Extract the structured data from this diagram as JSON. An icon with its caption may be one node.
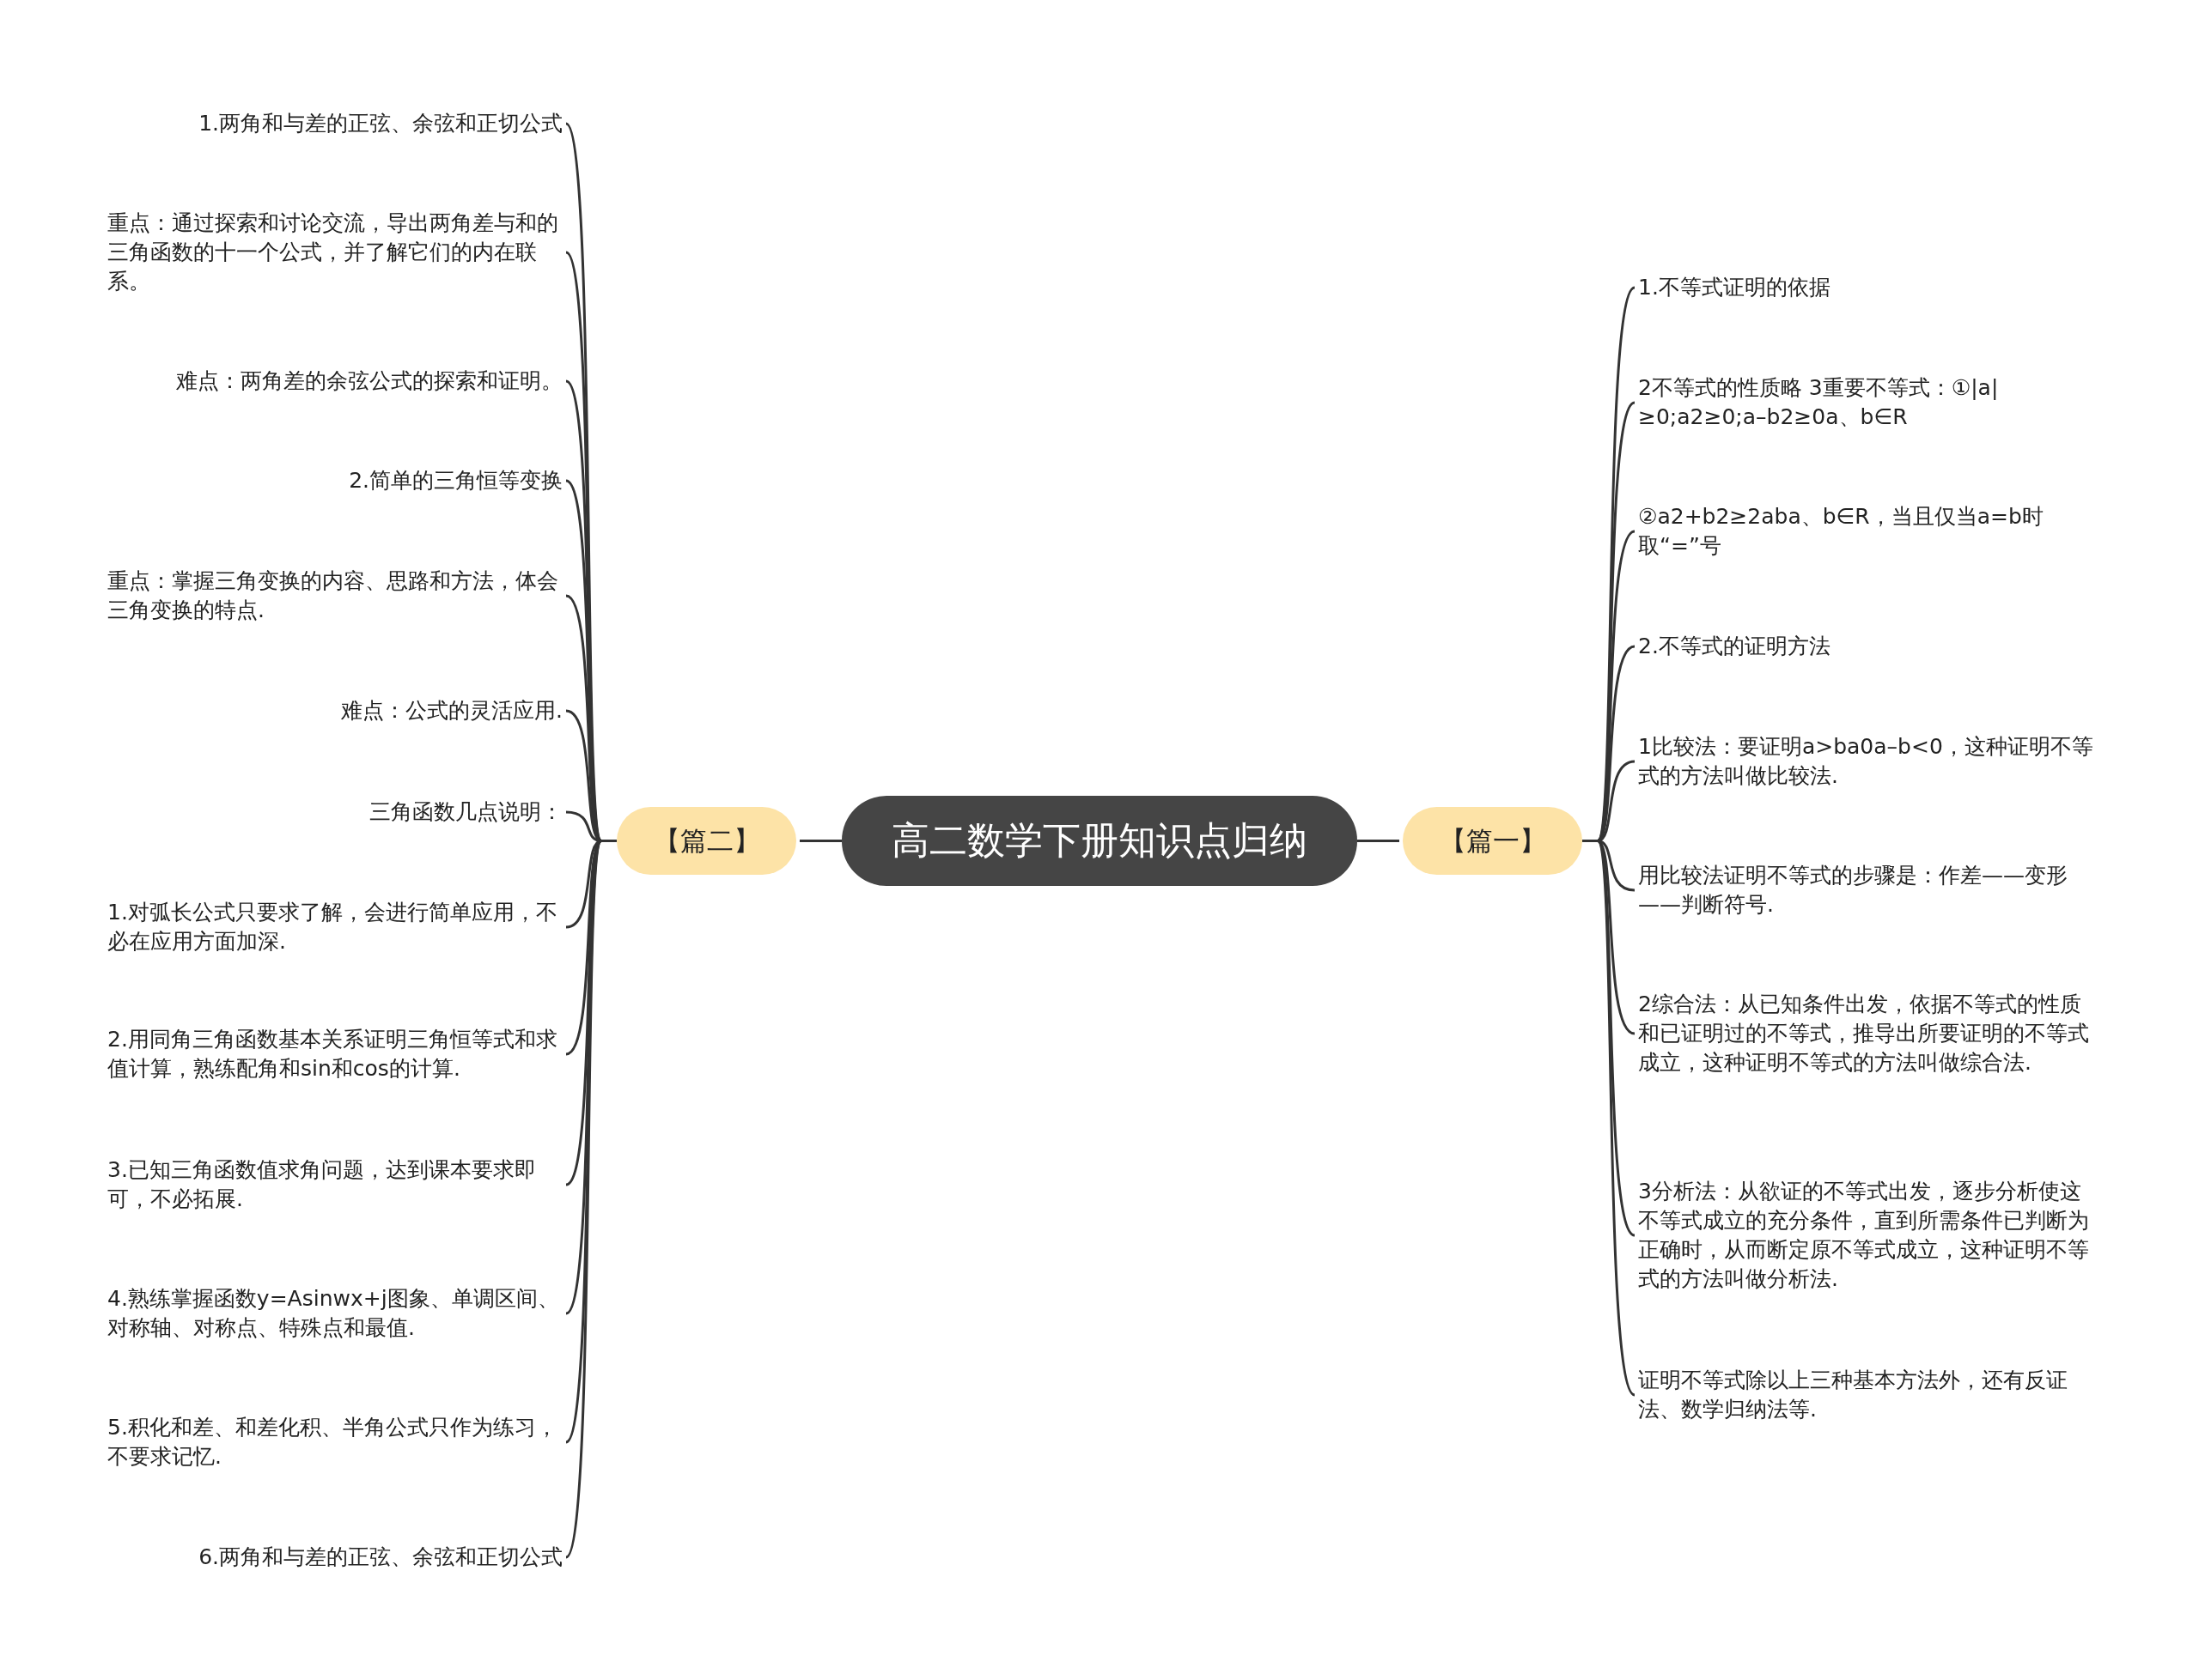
{
  "diagram": {
    "nodes": [
      {
        "text": [
          "高二数学下册知识点归纳"
        ]
      },
      {
        "text": [
          "【篇一】"
        ]
      },
      {
        "text": [
          "1.不等式证明的依据"
        ]
      },
      {
        "text": [
          "2不等式的性质略 3重要不等式：①|a|≥0;a2≥0;a–b2≥0a、b∈R"
        ]
      },
      {
        "text": [
          "②a2+b2≥2aba、b∈R，当且仅当a=b时取“=”号"
        ]
      },
      {
        "text": [
          "2.不等式的证明方法"
        ]
      },
      {
        "text": [
          "1比较法：要证明a>ba0a–b<0，这种证明不等式的方法叫做比较法."
        ]
      },
      {
        "text": [
          "用比较法证明不等式的步骤是：作差——变形——判断符号."
        ]
      },
      {
        "text": [
          "2综合法：从已知条件出发，依据不等式的性质和已证明过的不等式，推导出所要证明的不等式成立，这种证明不等式的方法叫做综合法."
        ]
      },
      {
        "text": [
          "3分析法：从欲证的不等式出发，逐步分析使这不等式成立的充分条件，直到所需条件已判断为正确时，从而断定原不等式成立，这种证明不等式的方法叫做分析法."
        ]
      },
      {
        "text": [
          "证明不等式除以上三种基本方法外，还有反证法、数学归纳法等."
        ]
      },
      {
        "text": [
          "【篇二】"
        ]
      },
      {
        "text": [
          "1.两角和与差的正弦、余弦和正切公式"
        ]
      },
      {
        "text": [
          "重点：通过探索和讨论交流，导出两角差与和的三角函数的十一个公式，并了解它们的内在联系。"
        ]
      },
      {
        "text": [
          "难点：两角差的余弦公式的探索和证明。"
        ]
      },
      {
        "text": [
          "2.简单的三角恒等变换"
        ]
      },
      {
        "text": [
          "重点：掌握三角变换的内容、思路和方法，体会三角变换的特点."
        ]
      },
      {
        "text": [
          "难点：公式的灵活应用."
        ]
      },
      {
        "text": [
          "三角函数几点说明："
        ]
      },
      {
        "text": [
          "1.对弧长公式只要求了解，会进行简单应用，不必在应用方面加深."
        ]
      },
      {
        "text": [
          "2.用同角三角函数基本关系证明三角恒等式和求值计算，熟练配角和sin和cos的计算."
        ]
      },
      {
        "text": [
          "3.已知三角函数值求角问题，达到课本要求即可，不必拓展."
        ]
      },
      {
        "text": [
          "4.熟练掌握函数y=Asinwx+j图象、单调区间、对称轴、对称点、特殊点和最值."
        ]
      },
      {
        "text": [
          "5.积化和差、和差化积、半角公式只作为练习，不要求记忆."
        ]
      },
      {
        "text": [
          "6.两角和与差的正弦、余弦和正切公式"
        ]
      }
    ],
    "edges": [
      {
        "from": 0,
        "to": 1,
        "arrow": "none"
      },
      {
        "from": 1,
        "to": 2,
        "arrow": "none"
      },
      {
        "from": 1,
        "to": 3,
        "arrow": "none"
      },
      {
        "from": 1,
        "to": 4,
        "arrow": "none"
      },
      {
        "from": 1,
        "to": 5,
        "arrow": "none"
      },
      {
        "from": 1,
        "to": 6,
        "arrow": "none"
      },
      {
        "from": 1,
        "to": 7,
        "arrow": "none"
      },
      {
        "from": 1,
        "to": 8,
        "arrow": "none"
      },
      {
        "from": 1,
        "to": 9,
        "arrow": "none"
      },
      {
        "from": 1,
        "to": 10,
        "arrow": "none"
      },
      {
        "from": 0,
        "to": 11,
        "arrow": "none"
      },
      {
        "from": 11,
        "to": 12,
        "arrow": "none"
      },
      {
        "from": 11,
        "to": 13,
        "arrow": "none"
      },
      {
        "from": 11,
        "to": 14,
        "arrow": "none"
      },
      {
        "from": 11,
        "to": 15,
        "arrow": "none"
      },
      {
        "from": 11,
        "to": 16,
        "arrow": "none"
      },
      {
        "from": 11,
        "to": 17,
        "arrow": "none"
      },
      {
        "from": 11,
        "to": 18,
        "arrow": "none"
      },
      {
        "from": 11,
        "to": 19,
        "arrow": "none"
      },
      {
        "from": 11,
        "to": 20,
        "arrow": "none"
      },
      {
        "from": 11,
        "to": 21,
        "arrow": "none"
      },
      {
        "from": 11,
        "to": 22,
        "arrow": "none"
      },
      {
        "from": 11,
        "to": 23,
        "arrow": "none"
      },
      {
        "from": 11,
        "to": 24,
        "arrow": "none"
      }
    ]
  }
}
